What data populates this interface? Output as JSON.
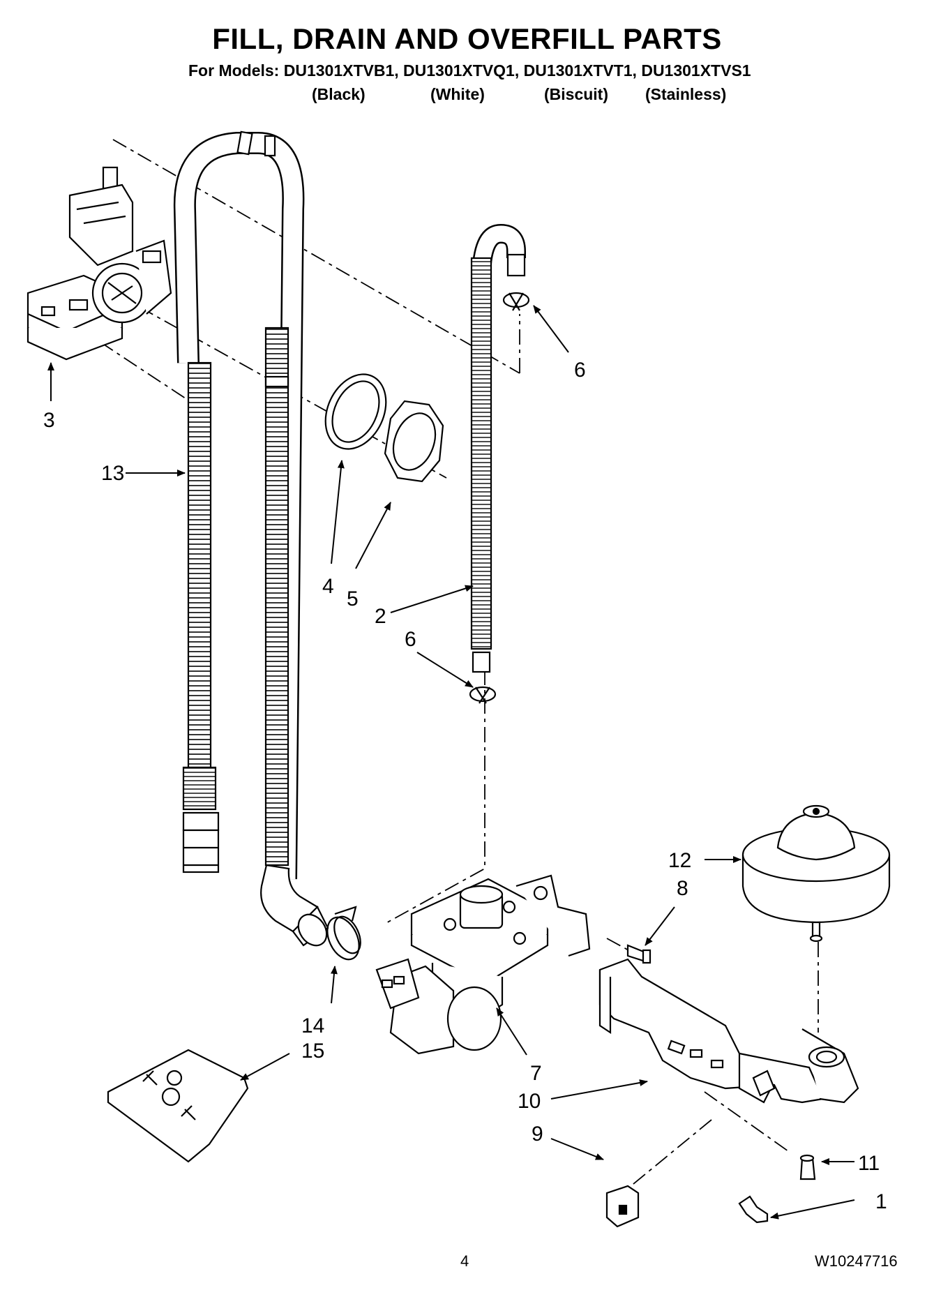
{
  "header": {
    "title": "FILL, DRAIN AND OVERFILL PARTS",
    "models_line": "For Models: DU1301XTVB1, DU1301XTVQ1, DU1301XTVT1, DU1301XTVS1",
    "colors": [
      "(Black)",
      "(White)",
      "(Biscuit)",
      "(Stainless)"
    ]
  },
  "callouts": {
    "c1": "1",
    "c2": "2",
    "c3": "3",
    "c4": "4",
    "c5": "5",
    "c6a": "6",
    "c6b": "6",
    "c7": "7",
    "c8": "8",
    "c9": "9",
    "c10": "10",
    "c11": "11",
    "c12": "12",
    "c13": "13",
    "c14": "14",
    "c15": "15"
  },
  "footer": {
    "page_number": "4",
    "document_code": "W10247716"
  }
}
